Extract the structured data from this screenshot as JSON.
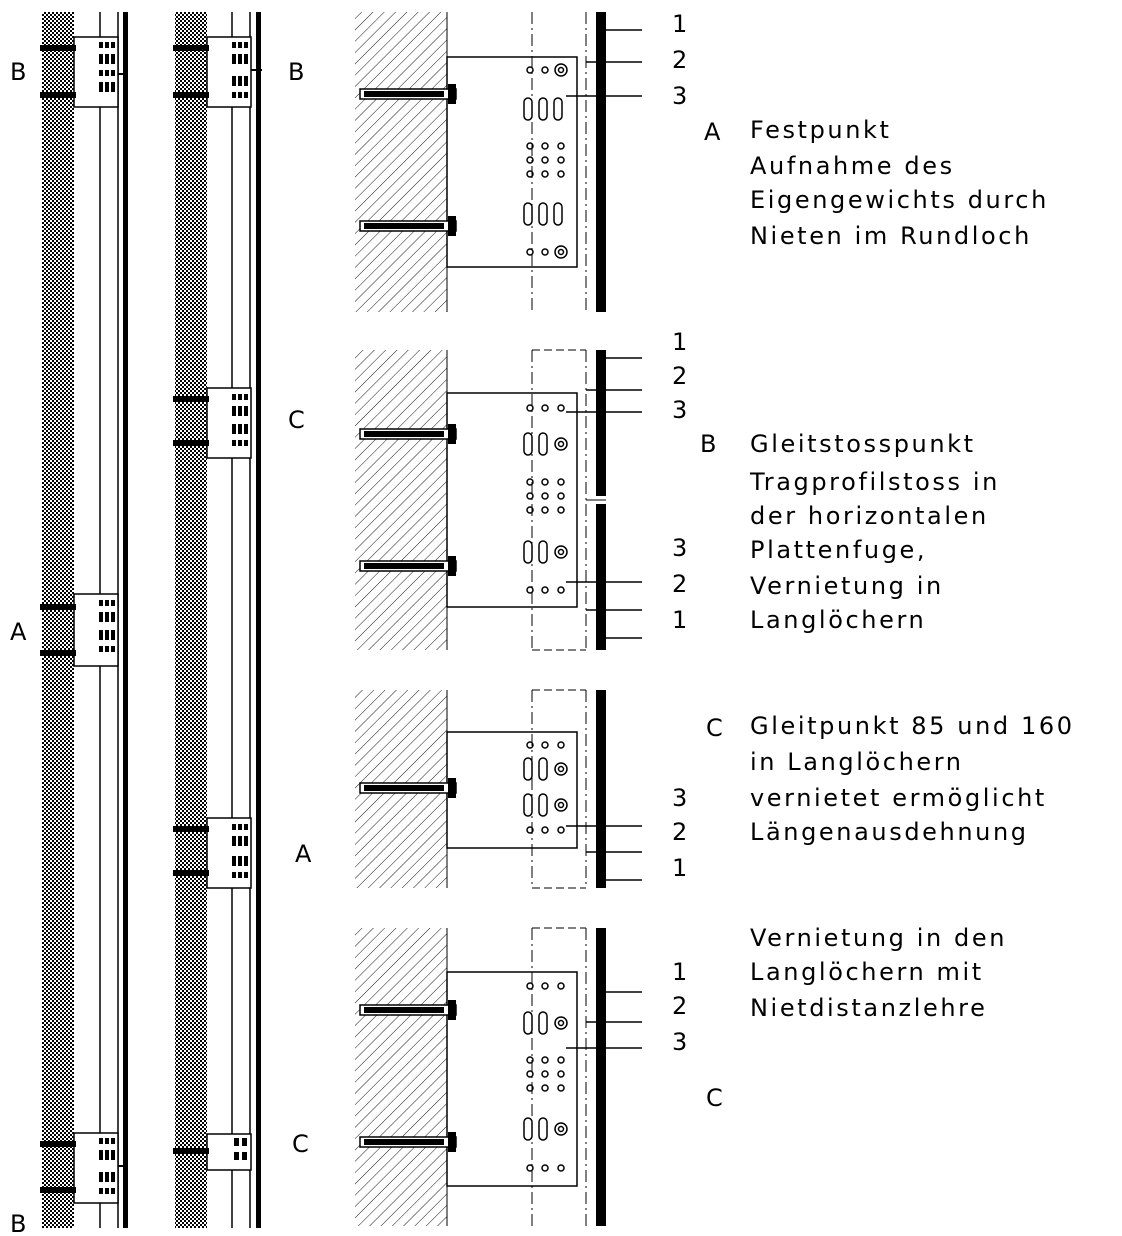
{
  "colors": {
    "ink": "#000000",
    "paper": "#ffffff"
  },
  "left_labels": {
    "col1_top": "B",
    "col1_mid": "A",
    "col1_bottom": "B",
    "col2_top": "B",
    "col2_upper": "C",
    "col2_lower": "A",
    "col2_bottom": "C"
  },
  "details": [
    {
      "numbers": [
        "1",
        "2",
        "3"
      ]
    },
    {
      "numbers_top": [
        "1",
        "2",
        "3"
      ],
      "numbers_bottom": [
        "3",
        "2",
        "1"
      ]
    },
    {
      "numbers": [
        "3",
        "2",
        "1"
      ]
    },
    {
      "numbers": [
        "1",
        "2",
        "3"
      ]
    }
  ],
  "notes": {
    "A": {
      "letter": "A",
      "lines": [
        "Festpunkt",
        "Aufnahme des",
        "Eigengewichts durch",
        "Nieten im Rundloch"
      ]
    },
    "B": {
      "letter": "B",
      "lines": [
        "Gleitstosspunkt",
        "Tragprofilstoss in",
        "der horizontalen",
        "Plattenfuge,",
        "Vernietung in",
        "Langlöchern"
      ]
    },
    "C": {
      "letter": "C",
      "lines": [
        "Gleitpunkt 85 und 160",
        "in Langlöchern",
        "vernietet ermöglicht",
        "Längenausdehnung"
      ]
    },
    "rivet": {
      "lines": [
        "Vernietung in den",
        "Langlöchern mit",
        "Nietdistanzlehre"
      ]
    },
    "last_letter": "C"
  }
}
